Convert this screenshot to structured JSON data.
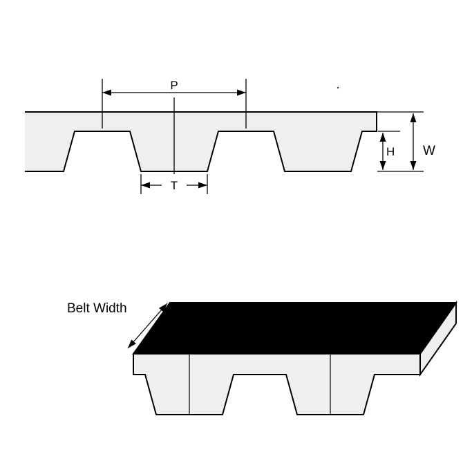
{
  "colors": {
    "outline": "#000000",
    "belt_fill": "#efefef",
    "top_surface_fill": "#000000",
    "background": "#ffffff"
  },
  "cross_section_view": {
    "pitch_label": "P",
    "tooth_width_label": "T",
    "tooth_height_label": "H",
    "thickness_label": "W"
  },
  "isometric_view": {
    "belt_width_label": "Belt Width"
  }
}
